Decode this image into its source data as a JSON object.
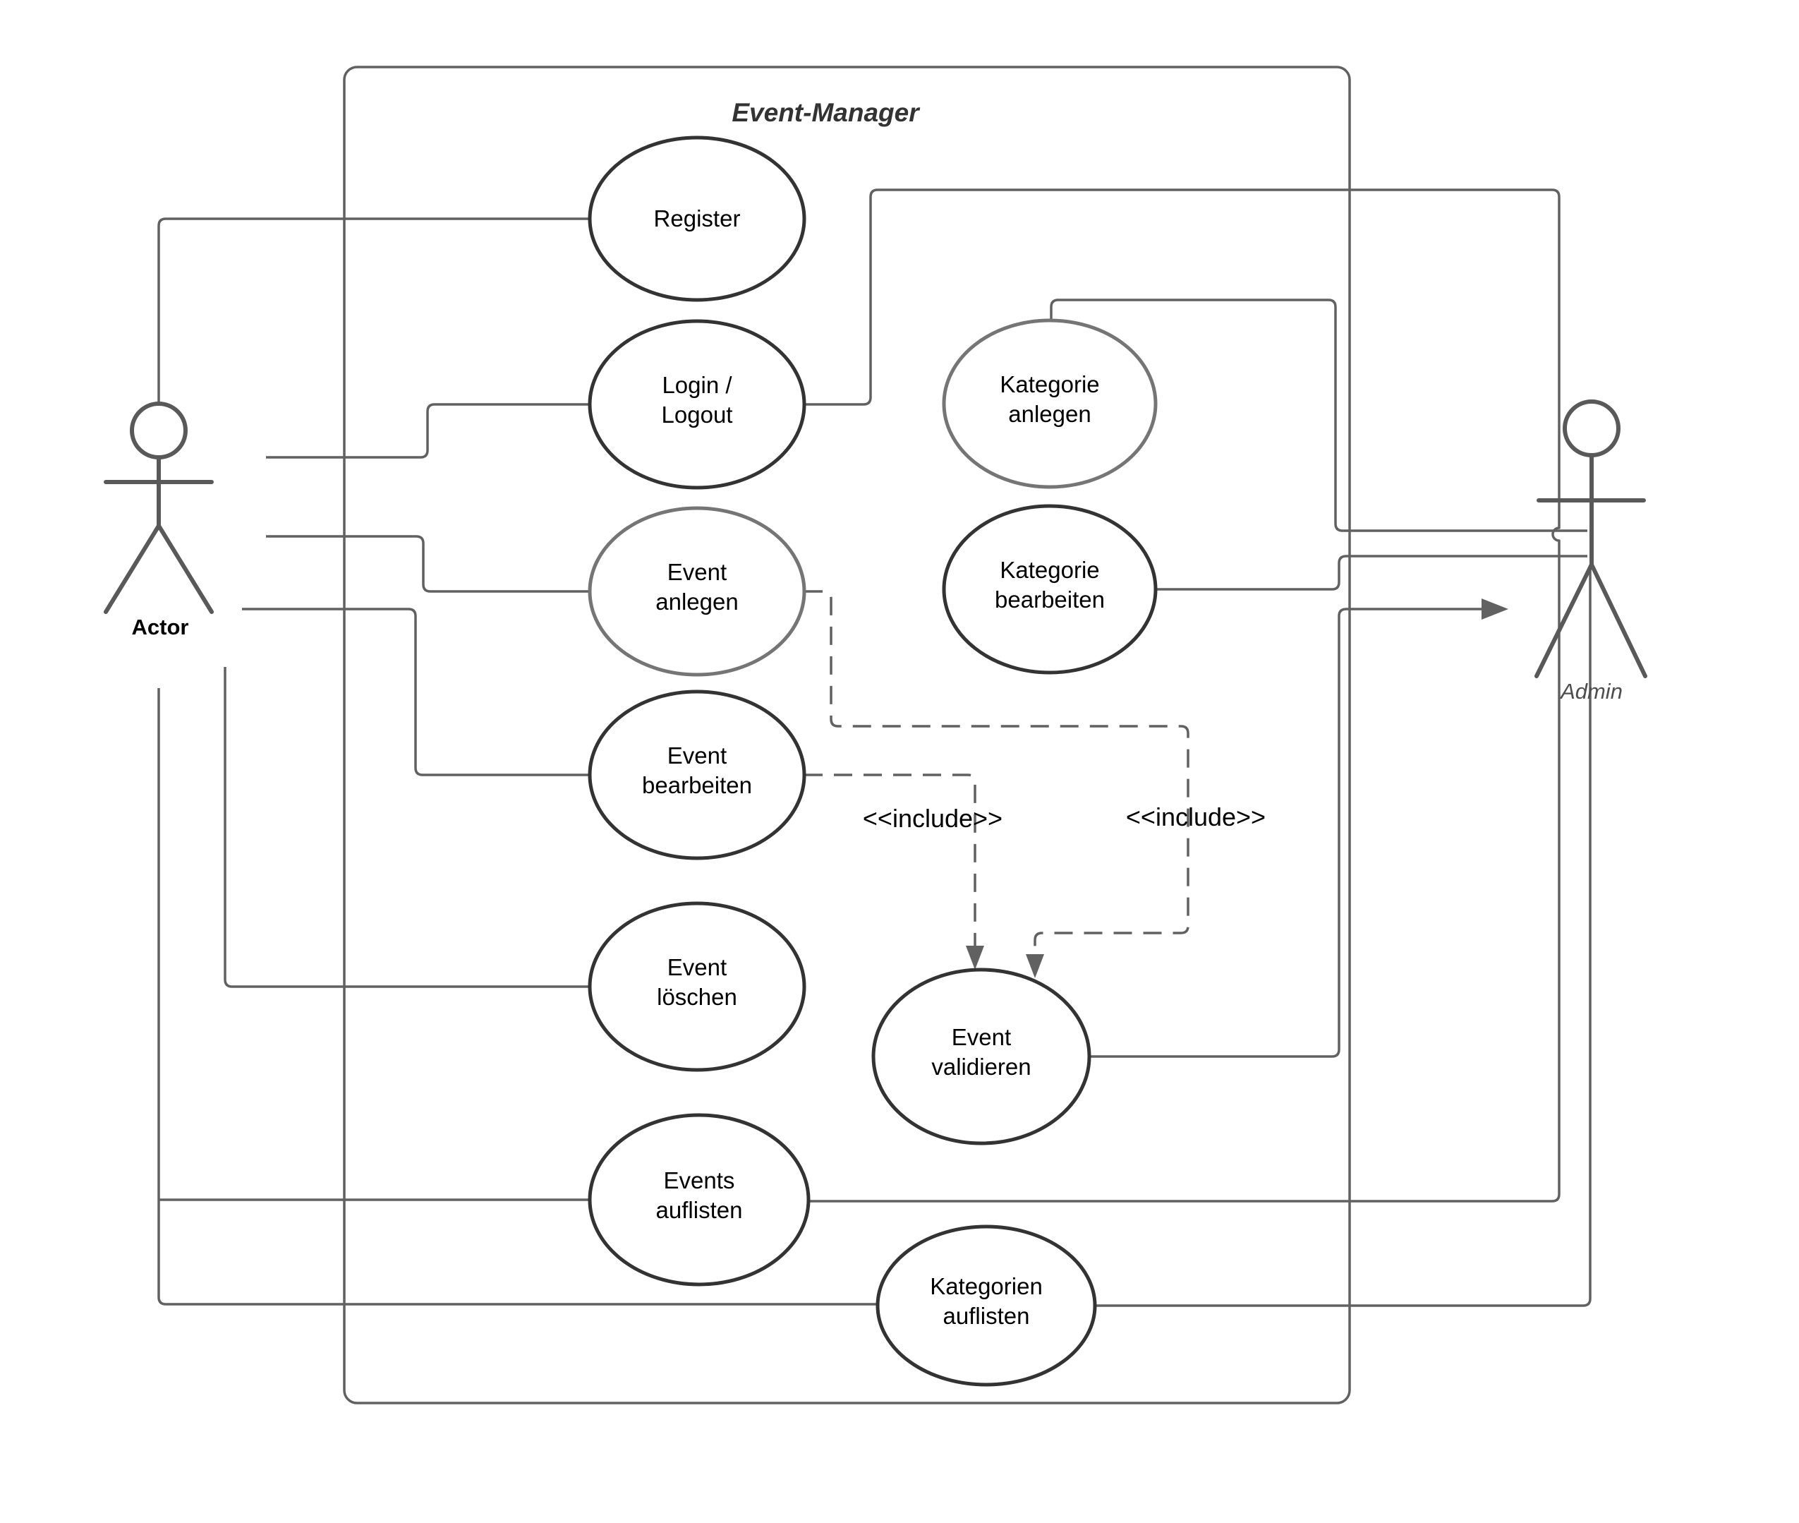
{
  "diagram": {
    "title": "Event-Manager",
    "actors": {
      "left": {
        "label": "Actor"
      },
      "right": {
        "label": "Admin"
      }
    },
    "use_cases": {
      "register": {
        "line1": "Register",
        "line2": ""
      },
      "login_logout": {
        "line1": "Login /",
        "line2": "Logout"
      },
      "event_anlegen": {
        "line1": "Event",
        "line2": "anlegen"
      },
      "event_bearbeiten": {
        "line1": "Event",
        "line2": "bearbeiten"
      },
      "event_loeschen": {
        "line1": "Event",
        "line2": "löschen"
      },
      "events_auflisten": {
        "line1": "Events",
        "line2": "auflisten"
      },
      "kategorie_anlegen": {
        "line1": "Kategorie",
        "line2": "anlegen"
      },
      "kategorie_bearbeiten": {
        "line1": "Kategorie",
        "line2": "bearbeiten"
      },
      "event_validieren": {
        "line1": "Event",
        "line2": "validieren"
      },
      "kategorien_auflisten": {
        "line1": "Kategorien",
        "line2": "auflisten"
      }
    },
    "stereotypes": {
      "include_left": "<<include>>",
      "include_right": "<<include>>"
    },
    "colors": {
      "background": "#ffffff",
      "line": "#616161",
      "ellipse_dark": "#333333",
      "ellipse_gray": "#757575",
      "actor_color": "#595959",
      "title": "#333333",
      "text": "#000000"
    }
  }
}
